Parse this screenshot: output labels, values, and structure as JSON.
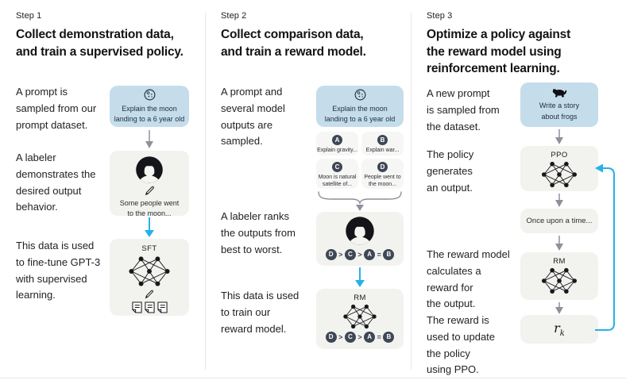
{
  "step1": {
    "label": "Step 1",
    "title": "Collect demonstration data,\nand train a supervised policy.",
    "caption_prompt": "A prompt is\nsampled from our\nprompt dataset.",
    "caption_labeler": "A labeler\ndemonstrates the\ndesired output\nbehavior.",
    "caption_finetune": "This data is used\nto fine-tune GPT-3\nwith supervised\nlearning.",
    "prompt_box": "Explain the moon\nlanding to a 6 year old",
    "demo_box": "Some people went\nto the moon...",
    "sft_label": "SFT"
  },
  "step2": {
    "label": "Step 2",
    "title": "Collect comparison data,\nand train a reward model.",
    "caption_sampled": "A prompt and\nseveral model\noutputs are\nsampled.",
    "caption_ranks": "A labeler ranks\nthe outputs from\nbest to worst.",
    "caption_train": "This data is used\nto train our\nreward model.",
    "prompt_box": "Explain the moon\nlanding to a 6 year old",
    "outputs": [
      {
        "id": "A",
        "text": "Explain gravity..."
      },
      {
        "id": "B",
        "text": "Explain war..."
      },
      {
        "id": "C",
        "text": "Moon is natural\nsatellite of..."
      },
      {
        "id": "D",
        "text": "People went to\nthe moon..."
      }
    ],
    "ranking": [
      "D",
      ">",
      "C",
      ">",
      "A",
      "=",
      "B"
    ],
    "rm_label": "RM"
  },
  "step3": {
    "label": "Step 3",
    "title": "Optimize a policy against\nthe reward model using\nreinforcement learning.",
    "caption_prompt": "A new prompt\nis sampled from\nthe dataset.",
    "caption_policy": "The policy\ngenerates\nan output.",
    "caption_reward": "The reward model\ncalculates a\nreward for\nthe output.",
    "caption_update": "The reward is\nused to update\nthe policy\nusing PPO.",
    "prompt_box": "Write a story\nabout frogs",
    "ppo_label": "PPO",
    "output_box": "Once upon a time...",
    "rm_label": "RM",
    "reward_var": "r",
    "reward_sub": "k"
  },
  "icons": {
    "moon": "moon-icon",
    "frog": "frog-icon",
    "labeler": "labeler-avatar-icon",
    "pencil": "pencil-icon",
    "documents": "document-icon",
    "network": "neural-network-icon"
  },
  "colors": {
    "prompt_box": "#c5ddeb",
    "flow_box": "#f2f2ef",
    "output_box": "#f6f6f4",
    "rank_circle": "#3f4756",
    "blue_arrow": "#27b1ea",
    "gray_arrow": "#8f909a",
    "divider": "#e8e8e6"
  }
}
